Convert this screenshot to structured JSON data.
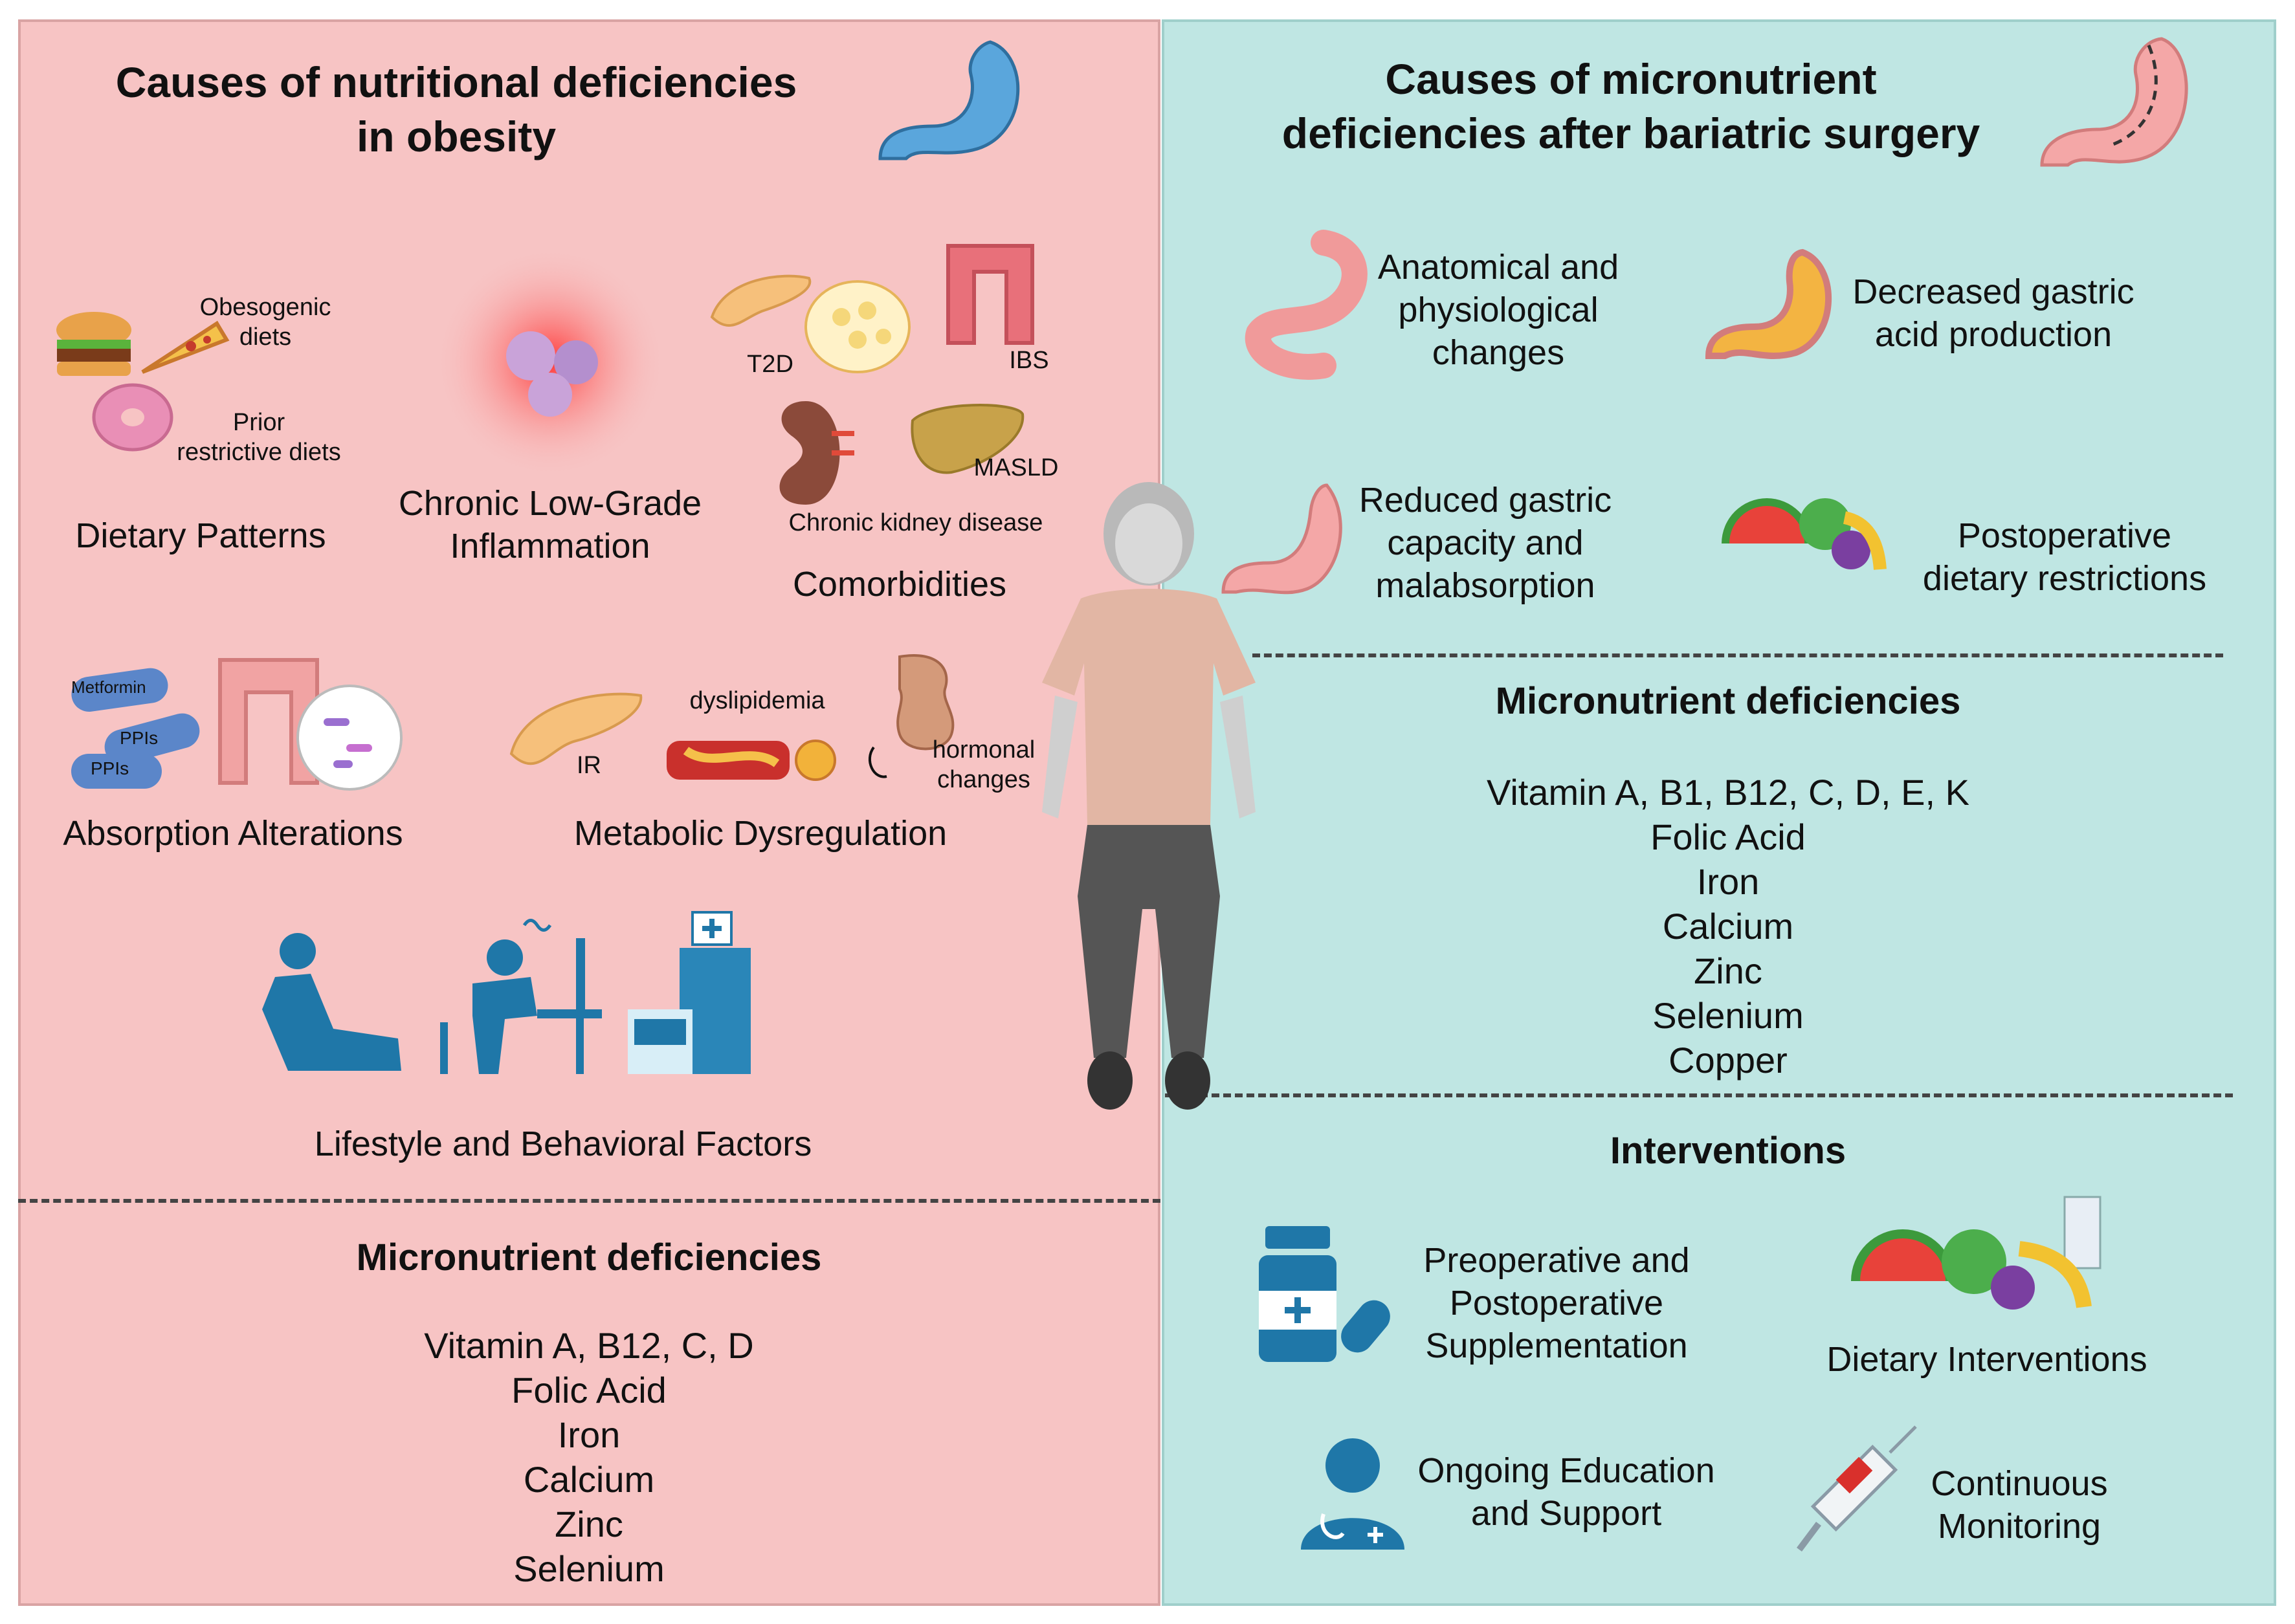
{
  "left": {
    "title_line1": "Causes of nutritional deficiencies",
    "title_line2": "in obesity",
    "dietary": {
      "obesogenic": "Obesogenic",
      "diets": "diets",
      "prior": "Prior",
      "restrictive": "restrictive diets",
      "label": "Dietary Patterns"
    },
    "inflammation": {
      "line1": "Chronic Low-Grade",
      "line2": "Inflammation"
    },
    "comorbidities": {
      "t2d": "T2D",
      "ibs": "IBS",
      "masld": "MASLD",
      "ckd": "Chronic kidney disease",
      "label": "Comorbidities"
    },
    "absorption": {
      "metformin": "Metformin",
      "ppis1": "PPIs",
      "ppis2": "PPIs",
      "label": "Absorption Alterations"
    },
    "metabolic": {
      "ir": "IR",
      "dyslipidemia": "dyslipidemia",
      "hormonal1": "hormonal",
      "hormonal2": "changes",
      "label": "Metabolic Dysregulation"
    },
    "lifestyle": {
      "label": "Lifestyle and Behavioral Factors"
    },
    "micro": {
      "heading": "Micronutrient deficiencies",
      "items": [
        "Vitamin A, B12, C, D",
        "Folic Acid",
        "Iron",
        "Calcium",
        "Zinc",
        "Selenium"
      ]
    }
  },
  "right": {
    "title_line1": "Causes of micronutrient",
    "title_line2": "deficiencies after bariatric surgery",
    "causes": {
      "anatomical": [
        "Anatomical and",
        "physiological",
        "changes"
      ],
      "gastric_acid": [
        "Decreased gastric",
        "acid production"
      ],
      "capacity": [
        "Reduced gastric",
        "capacity and",
        "malabsorption"
      ],
      "dietary": [
        "Postoperative",
        "dietary restrictions"
      ]
    },
    "micro": {
      "heading": "Micronutrient deficiencies",
      "items": [
        "Vitamin A, B1, B12, C, D, E, K",
        "Folic Acid",
        "Iron",
        "Calcium",
        "Zinc",
        "Selenium",
        "Copper"
      ]
    },
    "interventions": {
      "heading": "Interventions",
      "supplementation": [
        "Preoperative and",
        "Postoperative",
        "Supplementation"
      ],
      "dietary": "Dietary Interventions",
      "education": [
        "Ongoing Education",
        "and Support"
      ],
      "monitoring": [
        "Continuous",
        "Monitoring"
      ]
    }
  },
  "colors": {
    "left_bg": "#f7c4c4",
    "right_bg": "#bfe6e3",
    "icon_blue": "#1f77a8"
  }
}
